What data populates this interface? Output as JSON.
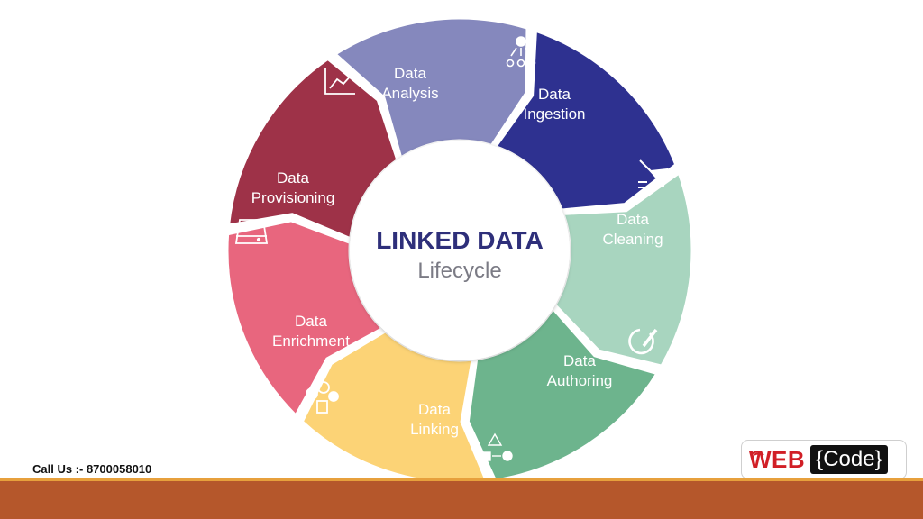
{
  "center": {
    "title": "LINKED DATA",
    "subtitle": "Lifecycle"
  },
  "segments": [
    {
      "id": "data-ingestion",
      "line1": "Data",
      "line2": "Ingestion",
      "color": "#2e3190",
      "icon": "hierarchy-icon"
    },
    {
      "id": "data-cleaning",
      "line1": "Data",
      "line2": "Cleaning",
      "color": "#a8d5bf",
      "icon": "broom-icon"
    },
    {
      "id": "data-authoring",
      "line1": "Data",
      "line2": "Authoring",
      "color": "#6db48d",
      "icon": "edit-icon"
    },
    {
      "id": "data-linking",
      "line1": "Data",
      "line2": "Linking",
      "color": "#fcd376",
      "icon": "flow-icon"
    },
    {
      "id": "data-enrichment",
      "line1": "Data",
      "line2": "Enrichment",
      "color": "#e8667e",
      "icon": "shapes-icon"
    },
    {
      "id": "data-provisioning",
      "line1": "Data",
      "line2": "Provisioning",
      "color": "#9e3248",
      "icon": "drive-icon"
    },
    {
      "id": "data-analysis",
      "line1": "Data",
      "line2": "Analysis",
      "color": "#8588bd",
      "icon": "line-chart-icon"
    }
  ],
  "footer": {
    "contact": "Call Us :- 8700058010"
  },
  "logo": {
    "web": "WEB",
    "code": "{Code}"
  }
}
